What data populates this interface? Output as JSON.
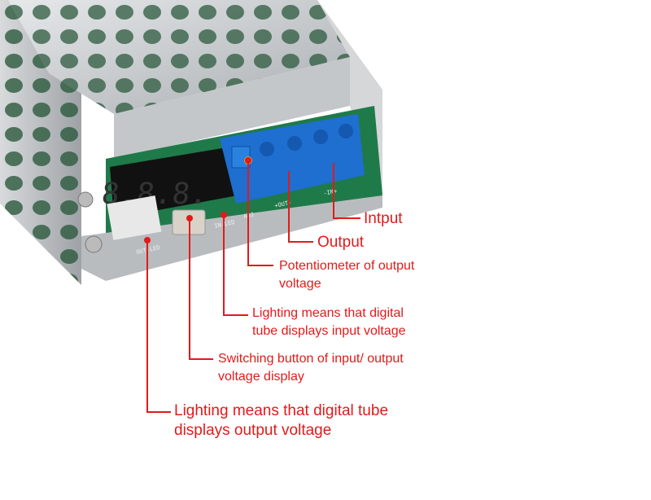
{
  "colors": {
    "annotation": "#e21a1a",
    "pcb": "#1f7a4a",
    "terminal": "#1e6fd0",
    "metal": "#c9cccf"
  },
  "board_markings": {
    "out_led": "OUT-LED",
    "in_led": "IN-LED",
    "adj": "ADJ",
    "out_terminal": "+OUT-",
    "in_terminal": "-IN+"
  },
  "annotations": {
    "input": {
      "line1": "Intput"
    },
    "output": {
      "line1": "Output"
    },
    "potentiometer": {
      "line1": "Potentiometer of output",
      "line2": "voltage"
    },
    "in_led": {
      "line1": "Lighting means that digital",
      "line2": "tube displays input voltage"
    },
    "switch_button": {
      "line1": "Switching button of input/ output",
      "line2": "voltage display"
    },
    "out_led": {
      "line1": "Lighting means that digital tube",
      "line2": "displays output voltage"
    }
  }
}
